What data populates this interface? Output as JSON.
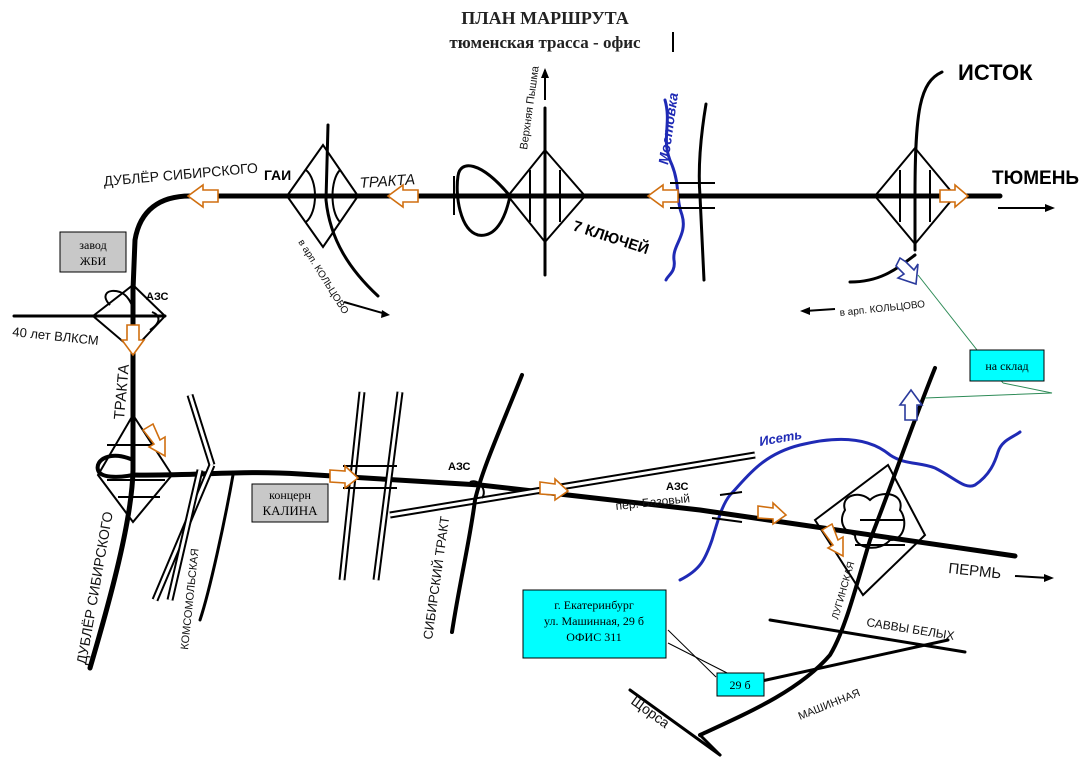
{
  "title": {
    "main": "ПЛАН МАРШРУТА",
    "sub": "тюменская трасса - офис"
  },
  "labels": {
    "istok": "ИСТОК",
    "tyumen": "ТЮМЕНЬ",
    "dubler_top": "ДУБЛЁР СИБИРСКОГО",
    "gai": "ГАИ",
    "trakta_top": "ТРАКТА",
    "verkhnyaya_pyshma": "Верхняя Пышма",
    "mostovka": "Мостовка",
    "sem_klyuchey": "7 КЛЮЧЕЙ",
    "v_arp_koltsovo_1": "в арп. КОЛЬЦОВО",
    "v_arp_koltsovo_2": "в арп. КОЛЬЦОВО",
    "azs_1": "АЗС",
    "azs_2": "АЗС",
    "azs_3": "АЗС",
    "vlksm": "40 лет ВЛКСМ",
    "trakta_vert": "ТРАКТА",
    "dubler_vert": "ДУБЛЁР СИБИРСКОГО",
    "komsomolskaya": "КОМСОМОЛЬСКАЯ",
    "sibirsky_trakt": "СИБИРСКИЙ ТРАКТ",
    "per_bazovy": "пер. Базовый",
    "iset": "Исеть",
    "perm": "ПЕРМЬ",
    "lyginskaya": "ЛУГИНСКАЯ",
    "savvy_belykh": "САВВЫ БЕЛЫХ",
    "mashinnaya": "МАШИННАЯ",
    "shchorsa": "Щорса"
  },
  "boxes": {
    "zbi": {
      "line1": "завод",
      "line2": "ЖБИ"
    },
    "kalina": {
      "line1": "концерн",
      "line2": "КАЛИНА"
    },
    "sklad": {
      "text": "на склад"
    },
    "office": {
      "line1": "г. Екатеринбург",
      "line2": "ул. Машинная, 29 б",
      "line3": "ОФИС 311"
    },
    "num": {
      "text": "29 б"
    }
  },
  "colors": {
    "road": "#000000",
    "river": "#1f2ab5",
    "arrow_orange": "#d06f10",
    "arrow_blue": "#2a3a9c",
    "box_gray": "#c8c8c8",
    "box_cyan": "#00ffff",
    "leader_green": "#2e8b57"
  }
}
